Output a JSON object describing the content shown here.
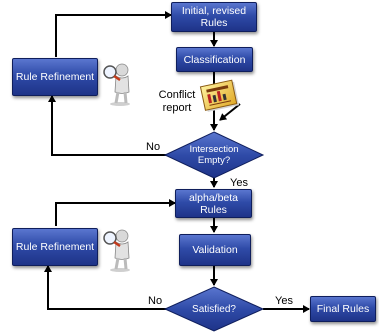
{
  "nodes": {
    "initial_rules": "Initial, revised Rules",
    "classification": "Classification",
    "rule_refinement_1": "Rule Refinement",
    "alpha_beta_rules": "alpha/beta Rules",
    "validation": "Validation",
    "rule_refinement_2": "Rule Refinement",
    "final_rules": "Final Rules"
  },
  "decisions": {
    "intersection_empty": "Intersection Empty?",
    "satisfied": "Satisfied?"
  },
  "labels": {
    "conflict_report": "Conflict report",
    "no_1": "No",
    "yes_1": "Yes",
    "no_2": "No",
    "yes_2": "Yes"
  },
  "icons": [
    "magnifier-figure-icon",
    "report-document-icon"
  ],
  "colors": {
    "box": "#2f4ba8",
    "box_border": "#0f1e5c",
    "line": "#000000"
  }
}
